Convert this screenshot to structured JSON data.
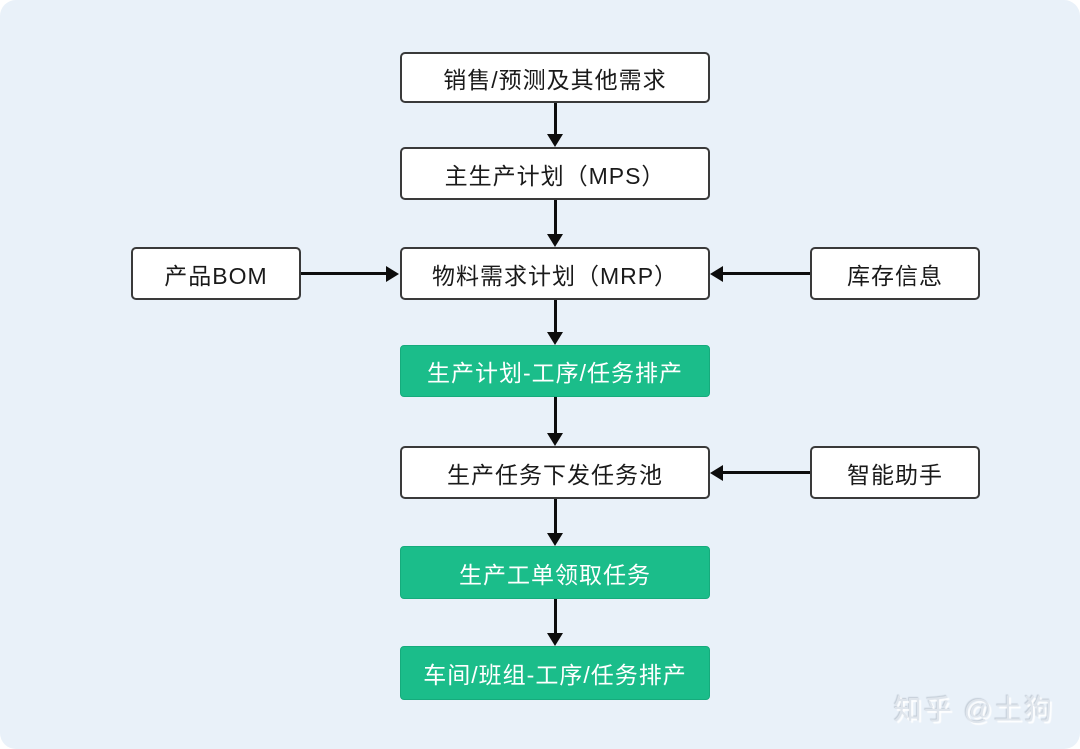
{
  "colors": {
    "page_background": "#e9f1f9",
    "outer_background": "#ffffff",
    "white_node_fill": "#ffffff",
    "white_node_border": "#3a3a3a",
    "white_node_text": "#1a1a1a",
    "green_node_fill": "#1bbd8a",
    "green_node_text": "#ffffff",
    "arrow": "#0d0d0d"
  },
  "diagram": {
    "type": "flowchart",
    "nodes": {
      "sales_forecast": {
        "label": "销售/预测及其他需求",
        "style": "white"
      },
      "mps": {
        "label": "主生产计划（MPS）",
        "style": "white"
      },
      "product_bom": {
        "label": "产品BOM",
        "style": "white"
      },
      "mrp": {
        "label": "物料需求计划（MRP）",
        "style": "white"
      },
      "inventory": {
        "label": "库存信息",
        "style": "white"
      },
      "plan_scheduling": {
        "label": "生产计划-工序/任务排产",
        "style": "green"
      },
      "task_pool": {
        "label": "生产任务下发任务池",
        "style": "white"
      },
      "smart_assistant": {
        "label": "智能助手",
        "style": "white"
      },
      "work_order": {
        "label": "生产工单领取任务",
        "style": "green"
      },
      "workshop_scheduling": {
        "label": "车间/班组-工序/任务排产",
        "style": "green"
      }
    },
    "edges": [
      {
        "from": "sales_forecast",
        "to": "mps",
        "direction": "down"
      },
      {
        "from": "mps",
        "to": "mrp",
        "direction": "down"
      },
      {
        "from": "product_bom",
        "to": "mrp",
        "direction": "right"
      },
      {
        "from": "inventory",
        "to": "mrp",
        "direction": "left"
      },
      {
        "from": "mrp",
        "to": "plan_scheduling",
        "direction": "down"
      },
      {
        "from": "plan_scheduling",
        "to": "task_pool",
        "direction": "down"
      },
      {
        "from": "smart_assistant",
        "to": "task_pool",
        "direction": "left"
      },
      {
        "from": "task_pool",
        "to": "work_order",
        "direction": "down"
      },
      {
        "from": "work_order",
        "to": "workshop_scheduling",
        "direction": "down"
      }
    ]
  },
  "watermark": {
    "text": "知乎 @土狗"
  }
}
